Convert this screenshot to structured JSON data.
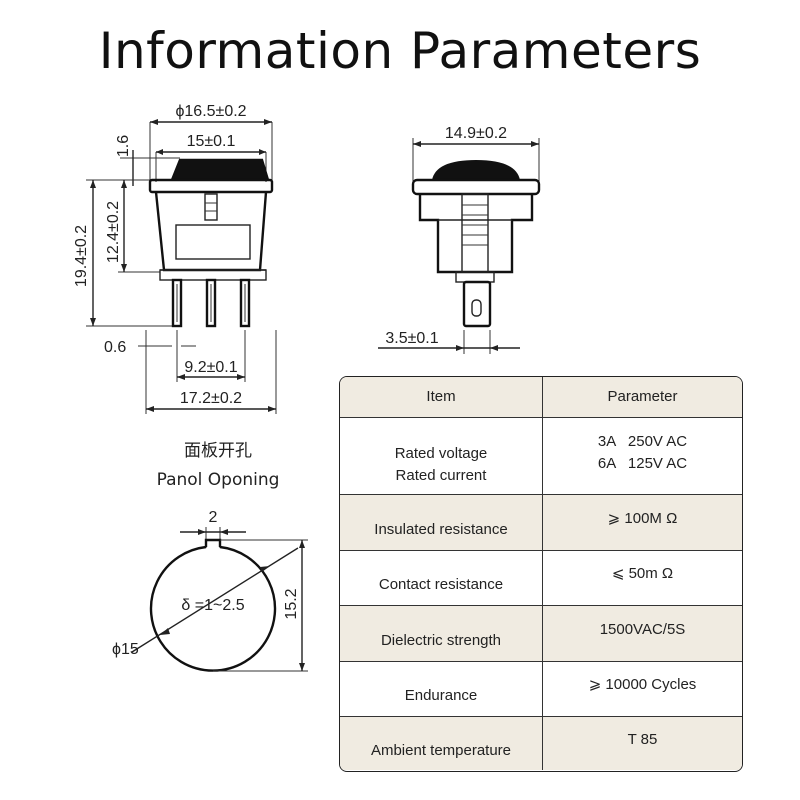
{
  "title": "Information Parameters",
  "front_view": {
    "dims": {
      "outer_width": "ϕ16.5±0.2",
      "inner_width": "15±0.1",
      "rocker_height": "1.6",
      "total_height": "19.4±0.2",
      "body_height": "12.4±0.2",
      "pin_thickness": "0.6",
      "pin_pitch": "9.2±0.1",
      "base_width": "17.2±0.2"
    }
  },
  "side_view": {
    "dims": {
      "cap_width": "14.9±0.2",
      "terminal_width": "3.5±0.1"
    }
  },
  "panel_opening": {
    "label_cn": "面板开孔",
    "label_en": "Panol Oponing",
    "notch_width": "2",
    "thickness": "δ =1~2.5",
    "diameter": "ϕ15",
    "height": "15.2"
  },
  "table": {
    "header": {
      "item": "Item",
      "parameter": "Parameter"
    },
    "rows": [
      {
        "item": [
          "Rated voltage",
          "Rated current"
        ],
        "parameter": [
          "3A   250V AC",
          "6A   125V AC"
        ]
      },
      {
        "item": [
          "Insulated resistance"
        ],
        "parameter": [
          "⩾ 100M Ω"
        ]
      },
      {
        "item": [
          "Contact resistance"
        ],
        "parameter": [
          "⩽ 50m Ω"
        ]
      },
      {
        "item": [
          "Dielectric strength"
        ],
        "parameter": [
          "1500VAC/5S"
        ]
      },
      {
        "item": [
          "Endurance"
        ],
        "parameter": [
          "⩾ 10000 Cycles"
        ]
      },
      {
        "item": [
          "Ambient temperature"
        ],
        "parameter": [
          "T 85"
        ]
      }
    ]
  }
}
